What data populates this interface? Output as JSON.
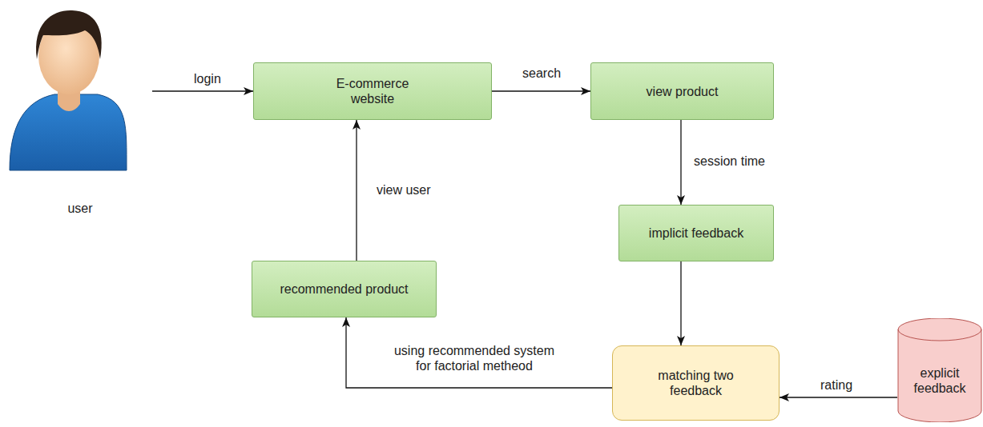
{
  "diagram": {
    "nodes": [
      {
        "text": [
          "user"
        ]
      },
      {
        "text": [
          "E-commerce website"
        ]
      },
      {
        "text": [
          "view product"
        ]
      },
      {
        "text": [
          "implicit feedback"
        ]
      },
      {
        "text": [
          "recommended product"
        ]
      },
      {
        "text": [
          "matching two feedback"
        ]
      },
      {
        "text": [
          "explicit feedback"
        ]
      }
    ],
    "edges": [
      {
        "from": 0,
        "to": 1,
        "label": "login",
        "arrow": "to"
      },
      {
        "from": 1,
        "to": 2,
        "label": "search",
        "arrow": "to"
      },
      {
        "from": 2,
        "to": 3,
        "label": "session time",
        "arrow": "to"
      },
      {
        "from": 3,
        "to": 5,
        "arrow": "to"
      },
      {
        "from": 6,
        "to": 5,
        "label": "rating",
        "arrow": "to"
      },
      {
        "from": 5,
        "to": 4,
        "label": "using recommended system for factorial metheod",
        "arrow": "to"
      },
      {
        "from": 4,
        "to": 1,
        "label": "view user",
        "arrow": "to"
      }
    ]
  }
}
